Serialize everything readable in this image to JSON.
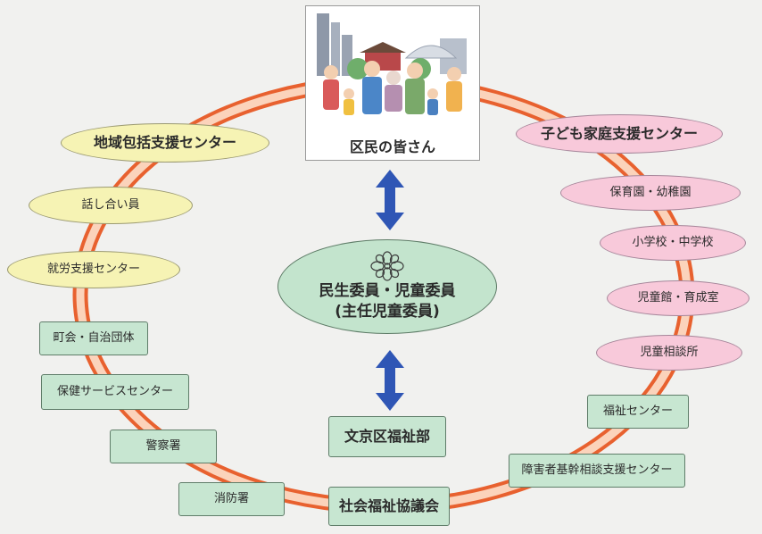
{
  "residents": {
    "label": "区民の皆さん"
  },
  "center": {
    "line1": "民生委員・児童委員",
    "line2": "(主任児童委員)"
  },
  "left_ellipses": [
    {
      "label": "地域包括支援センター"
    },
    {
      "label": "話し合い員"
    },
    {
      "label": "就労支援センター"
    }
  ],
  "left_boxes": [
    {
      "label": "町会・自治団体"
    },
    {
      "label": "保健サービスセンター"
    },
    {
      "label": "警察署"
    },
    {
      "label": "消防署"
    }
  ],
  "right_ellipses": [
    {
      "label": "子ども家庭支援センター"
    },
    {
      "label": "保育園・幼稚園"
    },
    {
      "label": "小学校・中学校"
    },
    {
      "label": "児童館・育成室"
    },
    {
      "label": "児童相談所"
    }
  ],
  "right_boxes": [
    {
      "label": "福祉センター"
    },
    {
      "label": "障害者基幹相談支援センター"
    }
  ],
  "bottom_boxes": [
    {
      "label": "文京区福祉部"
    },
    {
      "label": "社会福祉協議会"
    }
  ],
  "colors": {
    "ring": "#f6a47a",
    "ring_edge": "#e8612f",
    "arrow": "#2f56b5",
    "yellow_fill": "#f6f3b4",
    "pink_fill": "#f8c9da",
    "green_fill": "#c7e6d1"
  }
}
